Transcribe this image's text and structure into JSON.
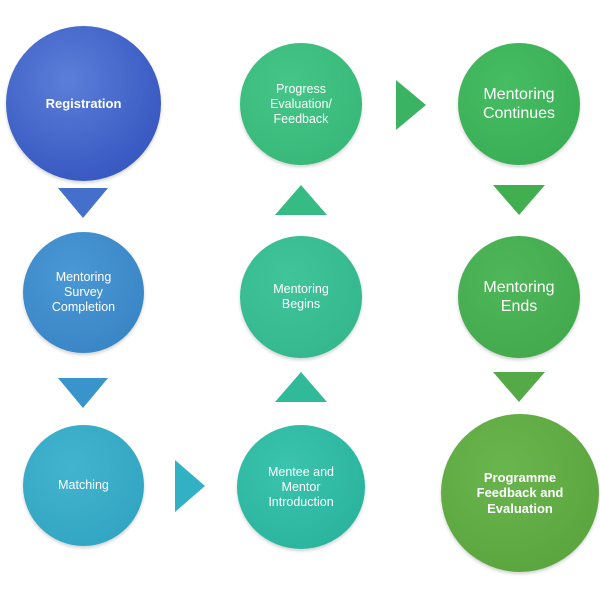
{
  "nodes": {
    "registration": "Registration",
    "survey": "Mentoring\nSurvey\nCompletion",
    "matching": "Matching",
    "intro": "Mentee and\nMentor\nIntroduction",
    "begins": "Mentoring\nBegins",
    "progress": "Progress\nEvaluation/\nFeedback",
    "continues": "Mentoring\nContinues",
    "ends": "Mentoring\nEnds",
    "feedback": "Programme\nFeedback and\nEvaluation"
  },
  "colors": {
    "registration": "#3a5bc3",
    "survey": "#3a86c6",
    "matching": "#33a6c3",
    "intro": "#2bb59f",
    "begins": "#35b88d",
    "progress": "#38b97a",
    "continues": "#3aaf55",
    "ends": "#43aa4e",
    "feedback": "#5ba63f"
  },
  "flow": [
    "registration",
    "survey",
    "matching",
    "intro",
    "begins",
    "progress",
    "continues",
    "ends",
    "feedback"
  ]
}
